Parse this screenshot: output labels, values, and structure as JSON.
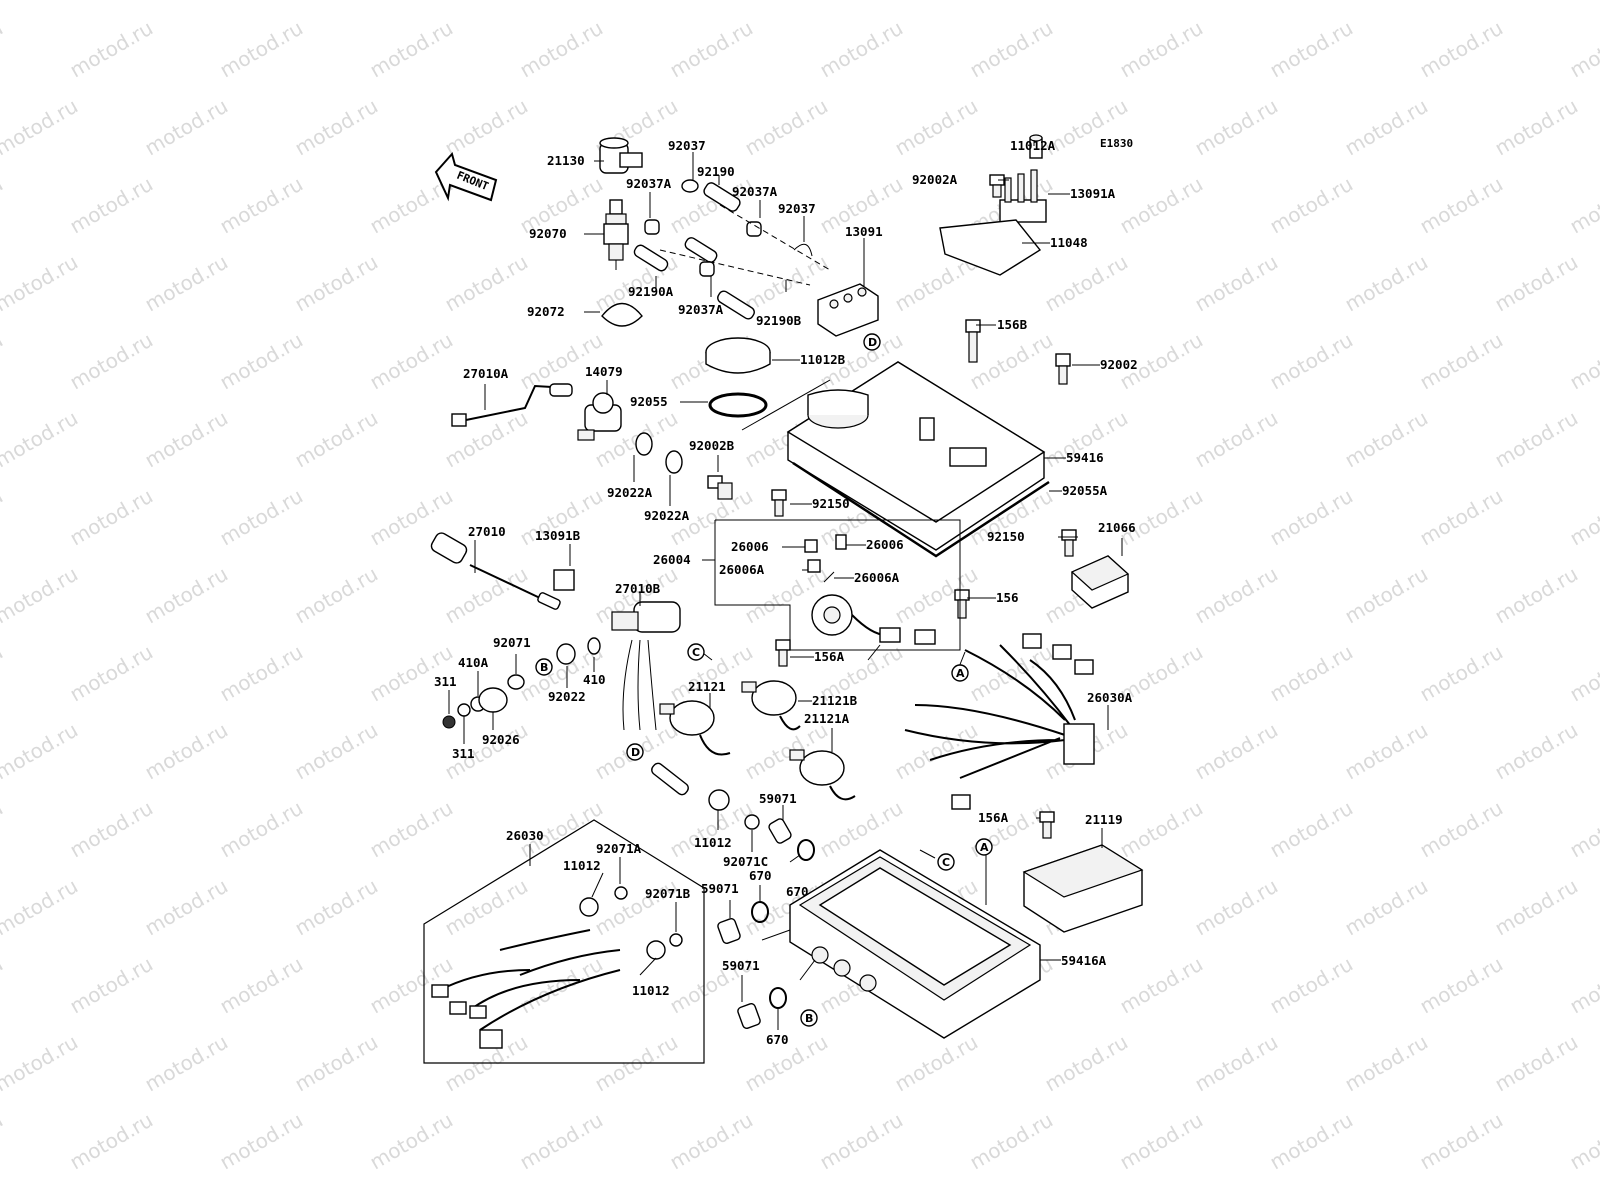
{
  "diagram": {
    "code": "E1830",
    "front_label": "FRONT",
    "watermark": "motod.ru",
    "parts": [
      {
        "id": "11012A",
        "label": "11012A"
      },
      {
        "id": "92002A",
        "label": "92002A"
      },
      {
        "id": "13091A",
        "label": "13091A"
      },
      {
        "id": "11048",
        "label": "11048"
      },
      {
        "id": "21130",
        "label": "21130"
      },
      {
        "id": "92037",
        "label": "92037"
      },
      {
        "id": "92190",
        "label": "92190"
      },
      {
        "id": "92037A-1",
        "label": "92037A"
      },
      {
        "id": "92037A-2",
        "label": "92037A"
      },
      {
        "id": "92037-2",
        "label": "92037"
      },
      {
        "id": "92070",
        "label": "92070"
      },
      {
        "id": "13091",
        "label": "13091"
      },
      {
        "id": "92190A",
        "label": "92190A"
      },
      {
        "id": "92037A-3",
        "label": "92037A"
      },
      {
        "id": "92190B",
        "label": "92190B"
      },
      {
        "id": "92072",
        "label": "92072"
      },
      {
        "id": "156B",
        "label": "156B"
      },
      {
        "id": "11012B",
        "label": "11012B"
      },
      {
        "id": "92002",
        "label": "92002"
      },
      {
        "id": "27010A",
        "label": "27010A"
      },
      {
        "id": "14079",
        "label": "14079"
      },
      {
        "id": "92055",
        "label": "92055"
      },
      {
        "id": "92002B",
        "label": "92002B"
      },
      {
        "id": "59416",
        "label": "59416"
      },
      {
        "id": "92022A-1",
        "label": "92022A"
      },
      {
        "id": "92055A",
        "label": "92055A"
      },
      {
        "id": "92022A-2",
        "label": "92022A"
      },
      {
        "id": "92150-1",
        "label": "92150"
      },
      {
        "id": "27010",
        "label": "27010"
      },
      {
        "id": "13091B",
        "label": "13091B"
      },
      {
        "id": "26006-1",
        "label": "26006"
      },
      {
        "id": "26006-2",
        "label": "26006"
      },
      {
        "id": "92150-2",
        "label": "92150"
      },
      {
        "id": "21066",
        "label": "21066"
      },
      {
        "id": "26004",
        "label": "26004"
      },
      {
        "id": "26006A-1",
        "label": "26006A"
      },
      {
        "id": "26006A-2",
        "label": "26006A"
      },
      {
        "id": "27010B",
        "label": "27010B"
      },
      {
        "id": "156",
        "label": "156"
      },
      {
        "id": "156A-1",
        "label": "156A"
      },
      {
        "id": "92071",
        "label": "92071"
      },
      {
        "id": "410A",
        "label": "410A"
      },
      {
        "id": "410",
        "label": "410"
      },
      {
        "id": "92022",
        "label": "92022"
      },
      {
        "id": "311-1",
        "label": "311"
      },
      {
        "id": "311-2",
        "label": "311"
      },
      {
        "id": "92026",
        "label": "92026"
      },
      {
        "id": "21121",
        "label": "21121"
      },
      {
        "id": "21121B",
        "label": "21121B"
      },
      {
        "id": "21121A",
        "label": "21121A"
      },
      {
        "id": "26030A",
        "label": "26030A"
      },
      {
        "id": "59071-1",
        "label": "59071"
      },
      {
        "id": "11012-1",
        "label": "11012"
      },
      {
        "id": "92071C",
        "label": "92071C"
      },
      {
        "id": "156A-2",
        "label": "156A"
      },
      {
        "id": "21119",
        "label": "21119"
      },
      {
        "id": "26030",
        "label": "26030"
      },
      {
        "id": "92071A",
        "label": "92071A"
      },
      {
        "id": "11012-2",
        "label": "11012"
      },
      {
        "id": "670-1",
        "label": "670"
      },
      {
        "id": "670-2",
        "label": "670"
      },
      {
        "id": "59071-2",
        "label": "59071"
      },
      {
        "id": "92071B",
        "label": "92071B"
      },
      {
        "id": "59416A",
        "label": "59416A"
      },
      {
        "id": "59071-3",
        "label": "59071"
      },
      {
        "id": "11012-3",
        "label": "11012"
      },
      {
        "id": "670-3",
        "label": "670"
      }
    ],
    "references": [
      {
        "id": "D-1",
        "label": "D"
      },
      {
        "id": "C-1",
        "label": "C"
      },
      {
        "id": "A-1",
        "label": "A"
      },
      {
        "id": "B-1",
        "label": "B"
      },
      {
        "id": "D-2",
        "label": "D"
      },
      {
        "id": "C-2",
        "label": "C"
      },
      {
        "id": "A-2",
        "label": "A"
      },
      {
        "id": "B-2",
        "label": "B"
      }
    ]
  }
}
